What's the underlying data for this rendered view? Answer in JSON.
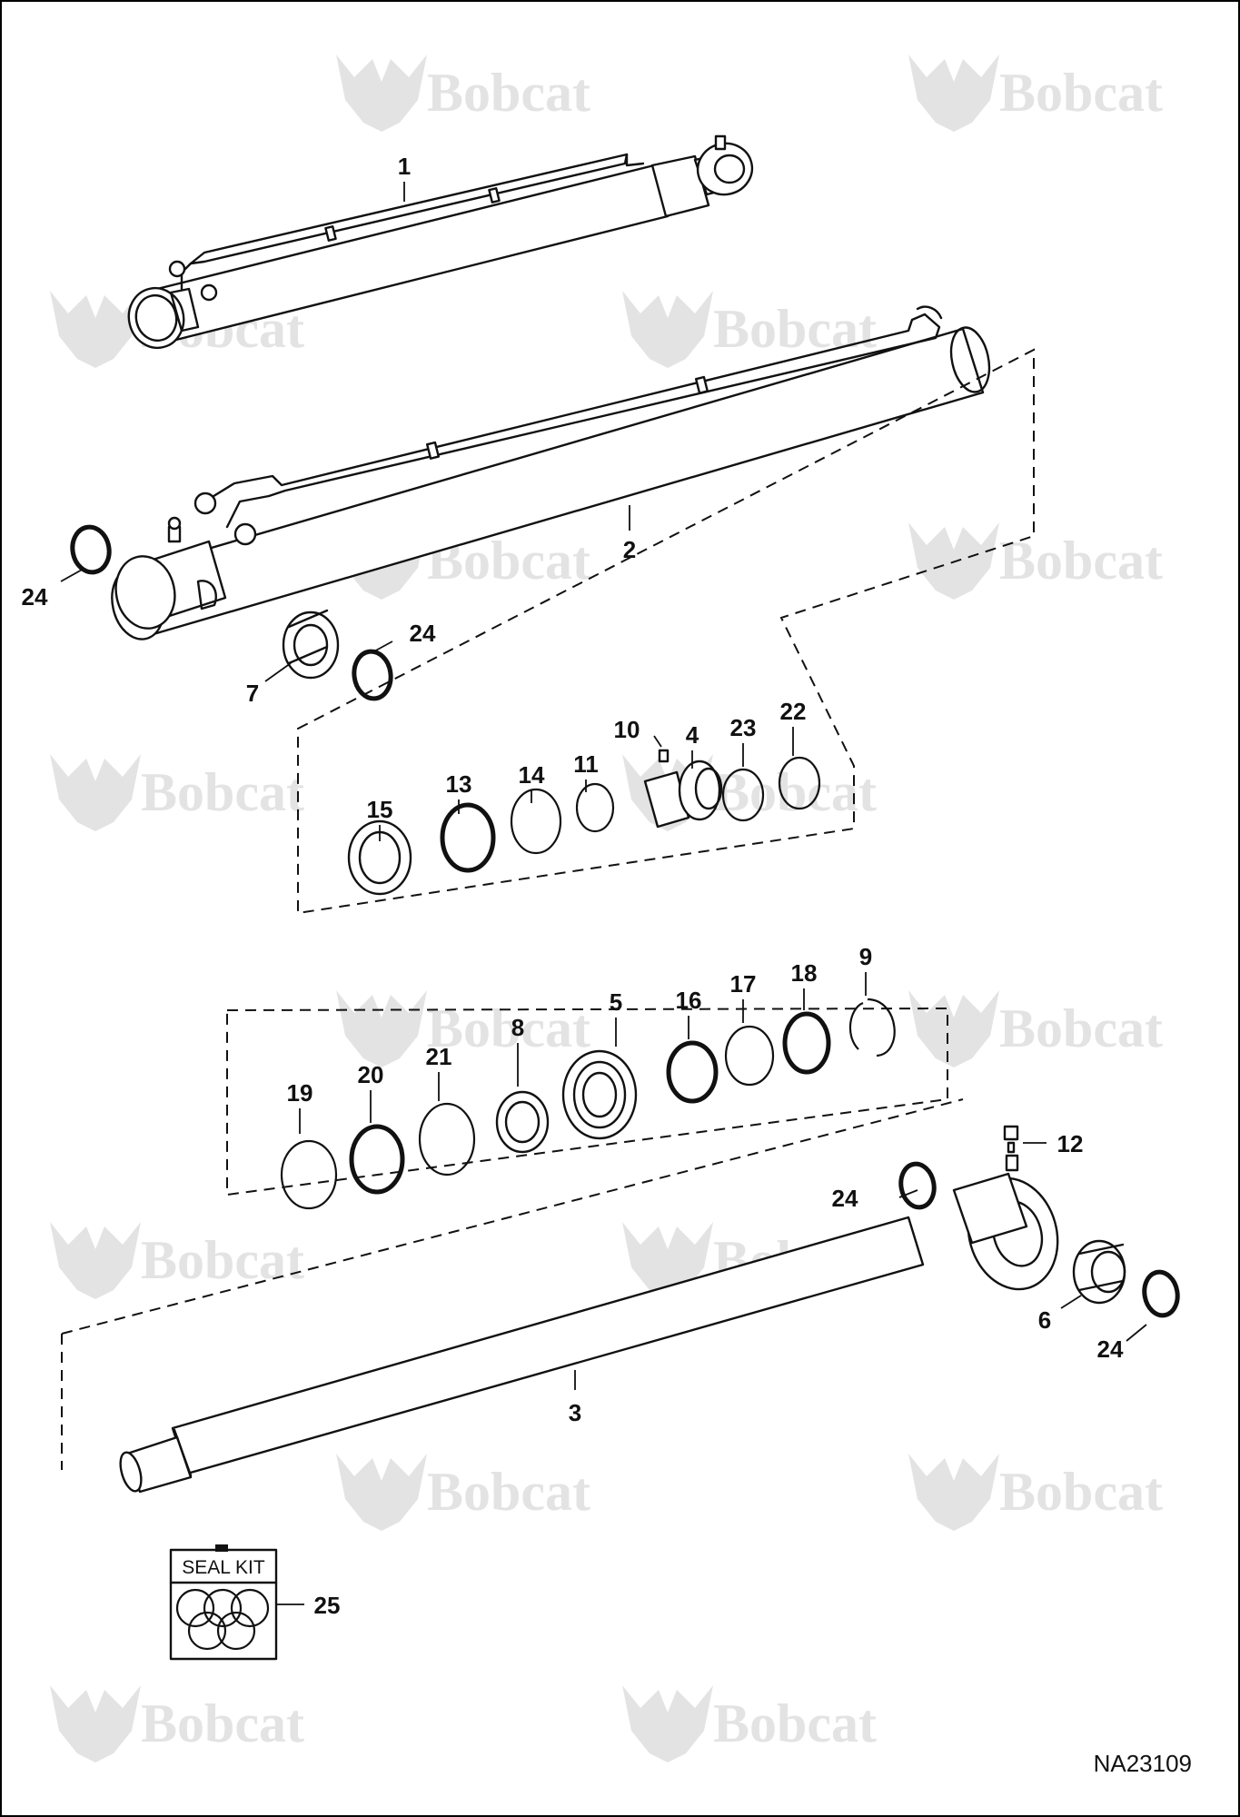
{
  "watermark": {
    "brand": "Bobcat"
  },
  "figure_code": "NA23109",
  "seal_kit": {
    "title": "SEAL KIT"
  },
  "callouts": {
    "c1": "1",
    "c2": "2",
    "c3": "3",
    "c4": "4",
    "c5": "5",
    "c6": "6",
    "c7": "7",
    "c8": "8",
    "c9": "9",
    "c10": "10",
    "c11": "11",
    "c12": "12",
    "c13": "13",
    "c14": "14",
    "c15": "15",
    "c16": "16",
    "c17": "17",
    "c18": "18",
    "c19": "19",
    "c20": "20",
    "c21": "21",
    "c22": "22",
    "c23": "23",
    "c24": "24",
    "c25": "25"
  }
}
